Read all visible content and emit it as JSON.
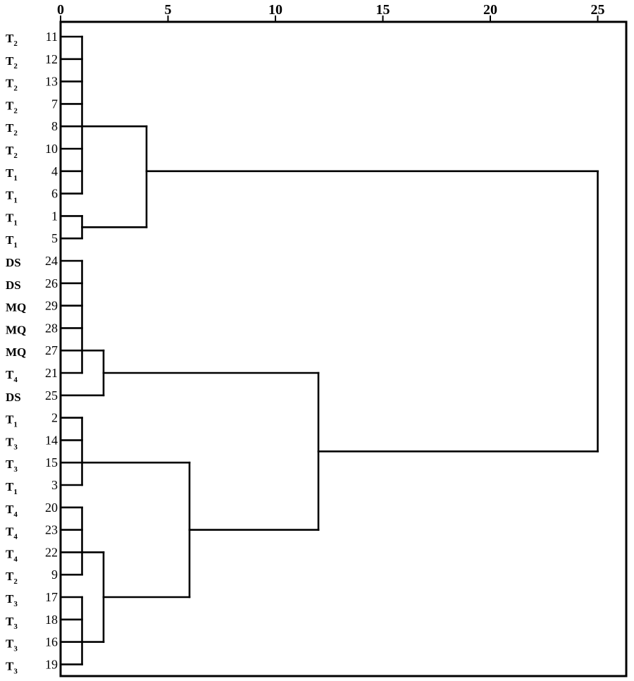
{
  "chart_data": {
    "type": "dendrogram",
    "x_axis": {
      "ticks": [
        0,
        5,
        10,
        15,
        20,
        25
      ],
      "range": [
        0,
        26.3
      ],
      "position": "top"
    },
    "grid": false,
    "legend": "none",
    "leaves": [
      {
        "id": "11",
        "group": "T",
        "sub": "2"
      },
      {
        "id": "12",
        "group": "T",
        "sub": "2"
      },
      {
        "id": "13",
        "group": "T",
        "sub": "2"
      },
      {
        "id": "7",
        "group": "T",
        "sub": "2"
      },
      {
        "id": "8",
        "group": "T",
        "sub": "2"
      },
      {
        "id": "10",
        "group": "T",
        "sub": "2"
      },
      {
        "id": "4",
        "group": "T",
        "sub": "1"
      },
      {
        "id": "6",
        "group": "T",
        "sub": "1"
      },
      {
        "id": "1",
        "group": "T",
        "sub": "1"
      },
      {
        "id": "5",
        "group": "T",
        "sub": "1"
      },
      {
        "id": "24",
        "group": "DS",
        "sub": ""
      },
      {
        "id": "26",
        "group": "DS",
        "sub": ""
      },
      {
        "id": "29",
        "group": "MQ",
        "sub": ""
      },
      {
        "id": "28",
        "group": "MQ",
        "sub": ""
      },
      {
        "id": "27",
        "group": "MQ",
        "sub": ""
      },
      {
        "id": "21",
        "group": "T",
        "sub": "4"
      },
      {
        "id": "25",
        "group": "DS",
        "sub": ""
      },
      {
        "id": "2",
        "group": "T",
        "sub": "1"
      },
      {
        "id": "14",
        "group": "T",
        "sub": "3"
      },
      {
        "id": "15",
        "group": "T",
        "sub": "3"
      },
      {
        "id": "3",
        "group": "T",
        "sub": "1"
      },
      {
        "id": "20",
        "group": "T",
        "sub": "4"
      },
      {
        "id": "23",
        "group": "T",
        "sub": "4"
      },
      {
        "id": "22",
        "group": "T",
        "sub": "4"
      },
      {
        "id": "9",
        "group": "T",
        "sub": "2"
      },
      {
        "id": "17",
        "group": "T",
        "sub": "3"
      },
      {
        "id": "18",
        "group": "T",
        "sub": "3"
      },
      {
        "id": "16",
        "group": "T",
        "sub": "3"
      },
      {
        "id": "19",
        "group": "T",
        "sub": "3"
      }
    ],
    "merges": [
      {
        "members": [
          "11",
          "12",
          "13",
          "7",
          "8",
          "10",
          "4",
          "6"
        ],
        "distance": 1
      },
      {
        "members": [
          "1",
          "5"
        ],
        "distance": 1
      },
      {
        "members": [
          "11-6 cluster",
          "1-5 cluster"
        ],
        "distance": 4
      },
      {
        "members": [
          "24",
          "26",
          "29",
          "28",
          "27",
          "21"
        ],
        "distance": 1
      },
      {
        "members": [
          "24-21 cluster",
          "25"
        ],
        "distance": 2
      },
      {
        "members": [
          "2",
          "14",
          "15",
          "3"
        ],
        "distance": 1
      },
      {
        "members": [
          "20",
          "23",
          "22",
          "9"
        ],
        "distance": 1
      },
      {
        "members": [
          "17",
          "18",
          "16",
          "19"
        ],
        "distance": 1
      },
      {
        "members": [
          "20-9 cluster",
          "17-19 cluster"
        ],
        "distance": 2
      },
      {
        "members": [
          "2-3 cluster",
          "20-19 cluster"
        ],
        "distance": 6
      },
      {
        "members": [
          "24-25 cluster",
          "2-19 cluster"
        ],
        "distance": 12
      },
      {
        "members": [
          "11-5 cluster",
          "24-19 cluster"
        ],
        "distance": 25
      }
    ]
  }
}
